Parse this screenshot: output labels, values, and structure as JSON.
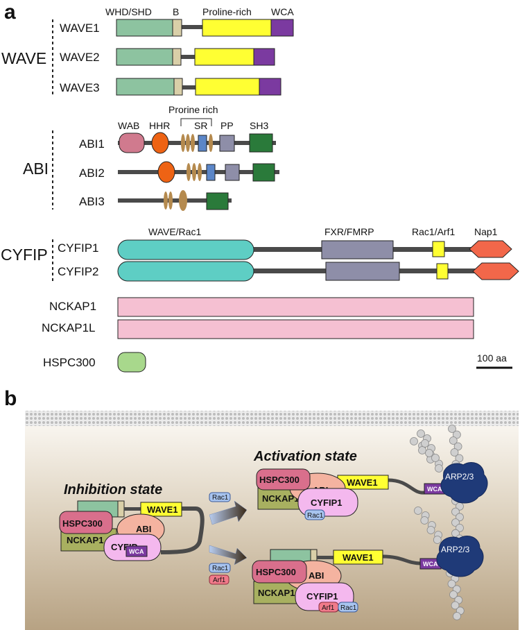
{
  "panel_a": {
    "label": "a",
    "wave": {
      "group": "WAVE",
      "headers": {
        "whd": "WHD/SHD",
        "b": "B",
        "pro": "Proline-rich",
        "wca": "WCA"
      },
      "proteins": [
        "WAVE1",
        "WAVE2",
        "WAVE3"
      ]
    },
    "abi": {
      "group": "ABI",
      "headers": {
        "prorine": "Prorine rich",
        "wab": "WAB",
        "hhr": "HHR",
        "sr": "SR",
        "pp": "PP",
        "sh3": "SH3"
      },
      "proteins": [
        "ABI1",
        "ABI2",
        "ABI3"
      ]
    },
    "cyfip": {
      "group": "CYFIP",
      "headers": {
        "wave_rac1": "WAVE/Rac1",
        "fxr": "FXR/FMRP",
        "rac1_arf1": "Rac1/Arf1",
        "nap1": "Nap1"
      },
      "proteins": [
        "CYFIP1",
        "CYFIP2"
      ]
    },
    "nckap": [
      "NCKAP1",
      "NCKAP1L"
    ],
    "hspc": "HSPC300",
    "scale_bar": "100 aa"
  },
  "panel_b": {
    "label": "b",
    "inhibition_title": "Inhibition state",
    "activation_title": "Activation state",
    "labels": {
      "hspc300": "HSPC300",
      "nckap1": "NCKAP1",
      "nckap1_cut": "NCKAP1",
      "abi": "ABI",
      "cyfip1": "CYFIP1",
      "cyfip_partial": "CYFIP",
      "wave1": "WAVE1",
      "wca": "WCA",
      "rac1": "Rac1",
      "arf1": "Arf1",
      "arp": "ARP2/3"
    }
  },
  "colors": {
    "whd": "#8dc3a0",
    "b_box": "#d9cfa8",
    "proline": "#ffff33",
    "wca": "#7b3aa0",
    "wab": "#d07a8e",
    "hhr": "#ee6314",
    "ellipse": "#b58a4e",
    "sr": "#5b86c8",
    "pp": "#8e8ea8",
    "sh3": "#2a7a3a",
    "wave_rac1": "#5ecec4",
    "fxr": "#8e8ea8",
    "nap1": "#f2674a",
    "nckap": "#f5c0d2",
    "hspc": "#a8d88c",
    "backbone": "#4a4a4a"
  }
}
